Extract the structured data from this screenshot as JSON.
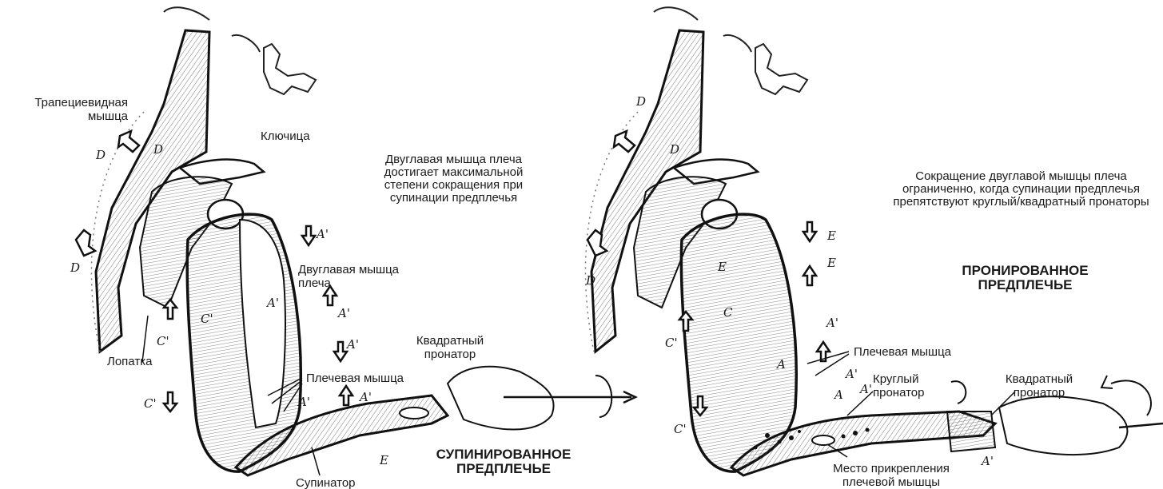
{
  "left": {
    "labels": {
      "trapezius": "Трапециевидная мышца",
      "clavicle": "Ключица",
      "scapula": "Лопатка",
      "biceps": "Двуглавая мышца плеча",
      "brachialis": "Плечевая мышца",
      "pronator_quadratus": "Квадратный пронатор",
      "supinator": "Супинатор"
    },
    "caption": "Двуглавая мышца плеча достигает максимальной степени сокращения при супинации предплечья",
    "heading": "СУПИНИРОВАННОЕ ПРЕДПЛЕЧЬЕ",
    "codes": {
      "d1": "D",
      "d2": "D",
      "d3": "D",
      "c1": "C'",
      "c2": "C'",
      "c3": "C'",
      "a1": "A'",
      "a2": "A'",
      "a3": "A'",
      "a4": "A'",
      "a5": "A'",
      "a6": "A'",
      "e": "E"
    }
  },
  "right": {
    "labels": {
      "brachialis": "Плечевая мышца",
      "pronator_teres": "Круглый пронатор",
      "pronator_quadratus": "Квадратный пронатор",
      "insertion": "Место прикрепления плечевой мышцы"
    },
    "caption": "Сокращение двуглавой мышцы плеча ограниченно, когда супинации предплечья препятствуют круглый/квадратный пронаторы",
    "heading": "ПРОНИРОВАННОЕ ПРЕДПЛЕЧЬЕ",
    "codes": {
      "d1": "D",
      "d2": "D",
      "d3": "D",
      "c1": "C",
      "c2": "C'",
      "c3": "C'",
      "e1": "E",
      "e2": "E",
      "e3": "E",
      "a1": "A'",
      "a2": "A",
      "a3": "A'",
      "a4": "A",
      "a5": "A'",
      "a6": "A'"
    }
  }
}
